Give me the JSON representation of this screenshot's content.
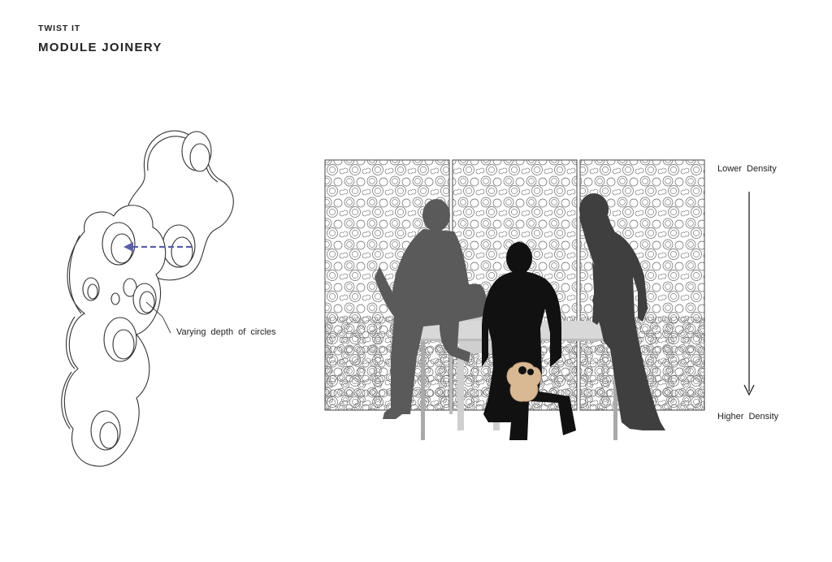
{
  "header": {
    "kicker": "TWIST IT",
    "title": "MODULE JOINERY"
  },
  "module_diagram": {
    "callout_label": "Varying depth of circles",
    "arrow_color": "#5a5fa8"
  },
  "density_scale": {
    "top_label": "Lower Density",
    "bottom_label": "Higher Density"
  },
  "colors": {
    "line": "#333333",
    "silhouette_dark": "#111111",
    "silhouette_mid": "#3f3f3f",
    "silhouette_light": "#5a5a5a",
    "wood": "#d9b894"
  },
  "icons": [
    "module-outline-icon",
    "dashed-arrow-icon",
    "down-arrow-icon"
  ]
}
